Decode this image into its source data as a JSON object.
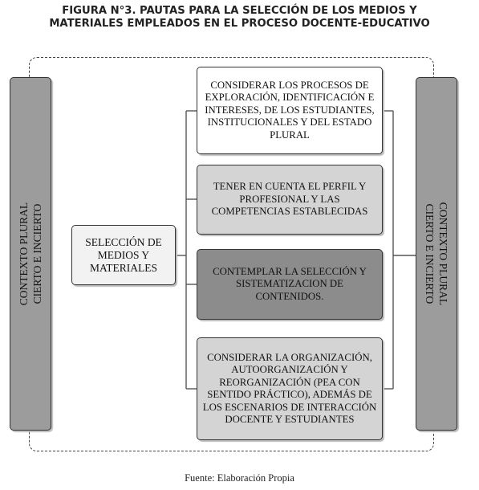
{
  "title": {
    "line1": "FIGURA N°3. PAUTAS PARA LA SELECCIÓN DE LOS MEDIOS Y",
    "line2": "MATERIALES EMPLEADOS EN EL PROCESO DOCENTE-EDUCATIVO"
  },
  "context_left": {
    "line1": "CONTEXTO PLURAL",
    "line2": "CIERTO E INCIERTO"
  },
  "context_right": {
    "line1": "CONTEXTO PLURAL",
    "line2": "CIERTO E INCIERTO"
  },
  "center": {
    "text": "SELECCIÓN DE MEDIOS Y MATERIALES"
  },
  "guidelines": [
    {
      "text": "CONSIDERAR LOS PROCESOS DE EXPLORACIÓN, IDENTIFICACIÓN E INTERESES, DE LOS ESTUDIANTES, INSTITUCIONALES Y DEL ESTADO PLURAL"
    },
    {
      "text": "TENER EN CUENTA EL PERFIL Y PROFESIONAL Y LAS COMPETENCIAS ESTABLECIDAS"
    },
    {
      "text": "CONTEMPLAR LA SELECCIÓN Y SISTEMATIZACION DE CONTENIDOS."
    },
    {
      "text": "CONSIDERAR LA ORGANIZACIÓN, AUTOORGANIZACIÓN Y REORGANIZACIÓN (PEA CON SENTIDO PRÁCTICO), ADEMÁS DE LOS ESCENARIOS DE INTERACCIÓN DOCENTE Y ESTUDIANTES"
    }
  ],
  "source": "Fuente: Elaboración Propia"
}
